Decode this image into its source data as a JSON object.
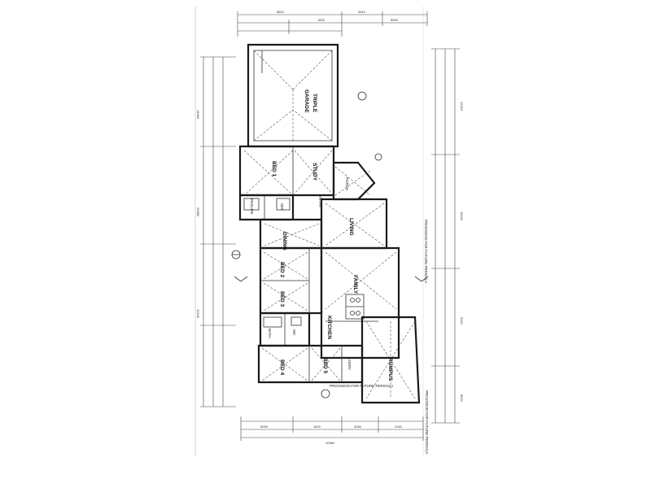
{
  "rooms": {
    "garage_line1": "TRIPLE",
    "garage_line2": "GARAGE",
    "bed1": "BED 1",
    "study": "STUDY",
    "entry": "ENTRY",
    "porch": "PORCH",
    "ensuite": "ENSUITE",
    "wir": "WIR",
    "living": "LIVING",
    "dining": "DINING",
    "bed2": "BED 2",
    "bed3": "BED 3",
    "family": "FAMILY",
    "kitchen": "KITCHEN",
    "bath": "BATH",
    "wc": "WC",
    "bed4": "BED 4",
    "bed5": "BED 5",
    "lndry": "LNDRY",
    "rumpus": "RUMPUS"
  },
  "annotations": {
    "pergola_right": "PROVISION FOR FUTURE PERGOLA",
    "pergola_bottom": "PROVISION FOR FUTURE PERGOLA",
    "pergola_left": "PROVISION FOR FUTURE PERGOLA"
  },
  "dimensions": {
    "top": [
      "8810",
      "4810",
      "1600",
      "8590"
    ],
    "left": [
      "14960",
      "20980",
      "12100"
    ],
    "bottom": [
      "10960",
      "8090",
      "1600",
      "3260",
      "2160"
    ],
    "right": [
      "12210",
      "16100",
      "9310",
      "8520"
    ]
  }
}
